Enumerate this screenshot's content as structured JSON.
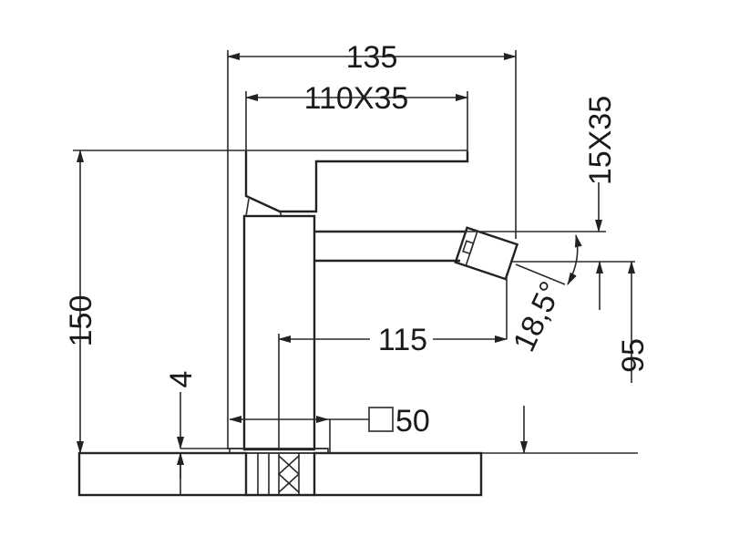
{
  "drawing": {
    "dimensions": {
      "overall_width": "135",
      "lever_size": "110X35",
      "spout_section": "15X35",
      "height": "150",
      "spout_reach": "115",
      "spout_height": "95",
      "base_thickness": "4",
      "base_size": "50",
      "nozzle_angle": "18,5°"
    },
    "colors": {
      "line": "#222222",
      "background": "#ffffff"
    }
  }
}
